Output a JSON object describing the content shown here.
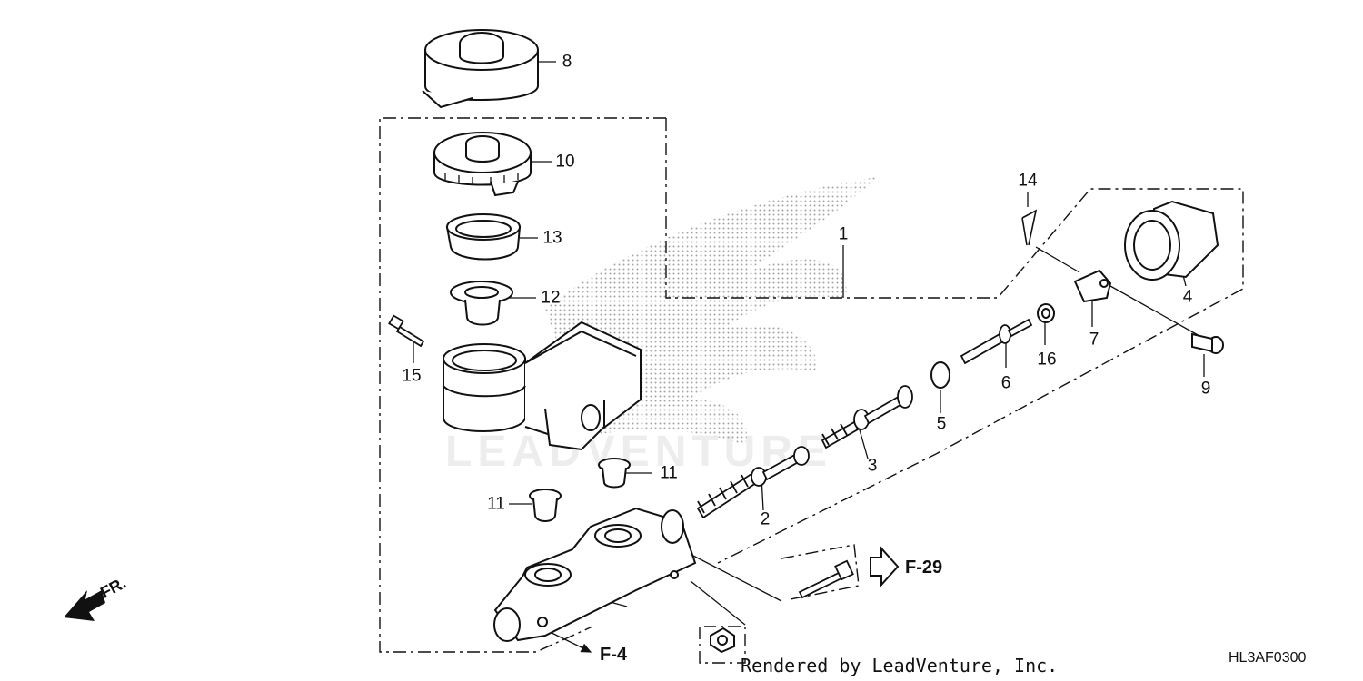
{
  "diagram": {
    "callouts": [
      {
        "id": "8",
        "label": "8"
      },
      {
        "id": "10",
        "label": "10"
      },
      {
        "id": "13",
        "label": "13"
      },
      {
        "id": "12",
        "label": "12"
      },
      {
        "id": "15",
        "label": "15"
      },
      {
        "id": "11a",
        "label": "11"
      },
      {
        "id": "11b",
        "label": "11"
      },
      {
        "id": "1",
        "label": "1"
      },
      {
        "id": "2",
        "label": "2"
      },
      {
        "id": "3",
        "label": "3"
      },
      {
        "id": "5",
        "label": "5"
      },
      {
        "id": "6",
        "label": "6"
      },
      {
        "id": "16",
        "label": "16"
      },
      {
        "id": "14",
        "label": "14"
      },
      {
        "id": "7",
        "label": "7"
      },
      {
        "id": "4",
        "label": "4"
      },
      {
        "id": "9",
        "label": "9"
      }
    ],
    "refs": {
      "f29": "F-29",
      "f4": "F-4"
    },
    "front_label": "FR.",
    "watermark": "LEADVENTURE",
    "credit": "Rendered by LeadVenture, Inc.",
    "diagram_code": "HL3AF0300"
  }
}
